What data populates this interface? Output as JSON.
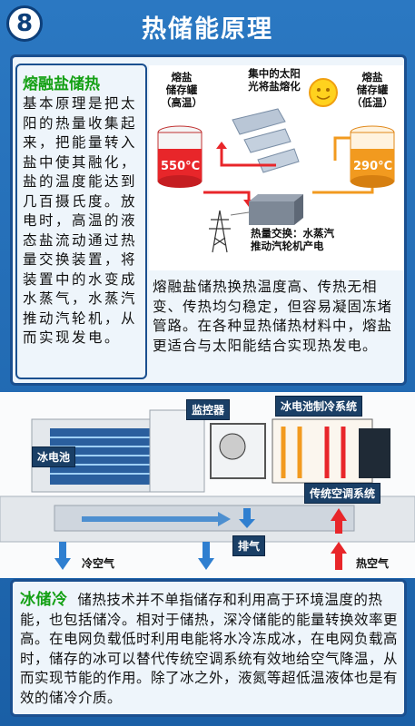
{
  "header": {
    "number": "8",
    "title": "热储能原理"
  },
  "section1": {
    "title": "熔融盐储热",
    "text": "基本原理是把太阳的热量收集起来，把能量转入盐中使其融化，盐的温度能达到几百摄氏度。放电时，高温的液态盐流动通过热量交换装置，将装置中的水变成水蒸气，水蒸汽推动汽轮机，从而实现发电。",
    "summary": "熔融盐储热换热温度高、传热无相变、传热均匀稳定，但容易凝固冻堵管路。在各种显热储热材料中，熔盐更适合与太阳能结合实现热发电。"
  },
  "diagram1": {
    "hot_tank_label": "熔盐\n储存罐\n（高温）",
    "cold_tank_label": "熔盐\n储存罐\n（低温）",
    "sun_label": "集中的太阳\n光将盐熔化",
    "hot_temp": "550°C",
    "cold_temp": "290°C",
    "exchange_label": "热量交换：水蒸汽\n推动汽轮机产电"
  },
  "diagram2": {
    "ice_battery": "冰电池",
    "monitor": "监控器",
    "ice_cooling": "冰电池制冷系统",
    "traditional_ac": "传统空调系统",
    "exhaust": "排气",
    "cold_air": "冷空气",
    "hot_air": "热空气"
  },
  "section2": {
    "title": "冰储冷",
    "text": "储热技术并不单指储存和利用高于环境温度的热能，也包括储冷。相对于储热，深冷储能的能量转换效率更高。在电网负载低时利用电能将水冷冻成冰，在电网负载高时，储存的冰可以替代传统空调系统有效地给空气降温，从而实现节能的作用。除了冰之外，液氮等超低温液体也是有效的储冷介质。"
  },
  "colors": {
    "accent_green": "#14a014",
    "header_blue": "#2b78c2",
    "panel_border": "#1a4f8f",
    "hot_red": "#e8262a",
    "warm_orange": "#f29a1f"
  }
}
